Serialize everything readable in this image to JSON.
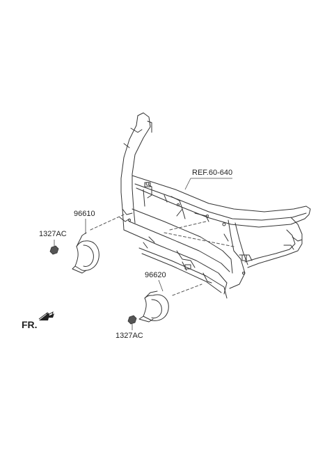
{
  "labels": {
    "ref": "REF.60-640",
    "horn_left_part": "96610",
    "horn_right_part": "96620",
    "nut_left": "1327AC",
    "nut_right": "1327AC",
    "front_indicator": "FR."
  },
  "colors": {
    "line": "#333333",
    "leader": "#444444",
    "nut_fill": "#555555"
  }
}
